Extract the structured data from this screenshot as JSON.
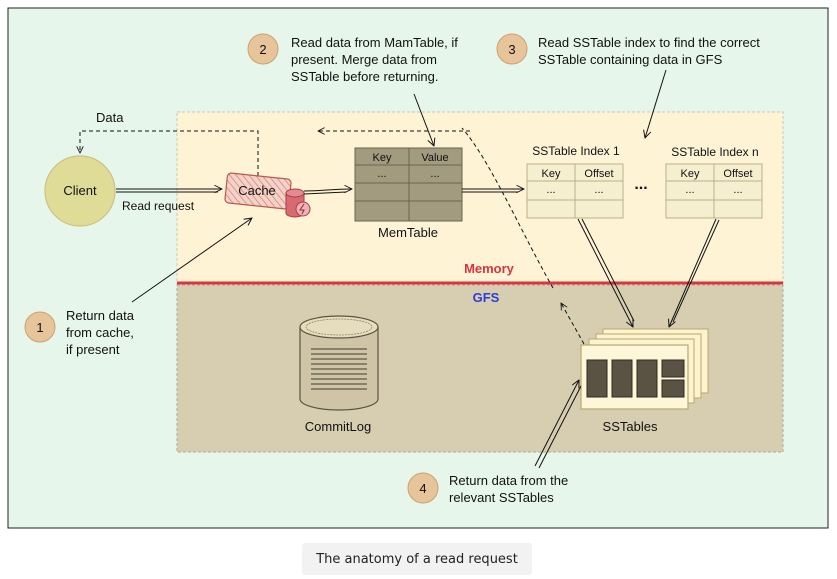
{
  "client": {
    "label": "Client"
  },
  "arrows": {
    "read_request": "Read request",
    "data": "Data"
  },
  "cache": {
    "label": "Cache"
  },
  "memtable": {
    "label": "MemTable",
    "col_key": "Key",
    "col_value": "Value",
    "cell1": "...",
    "cell2": "..."
  },
  "sstable_index_1": {
    "title": "SSTable Index 1",
    "col_key": "Key",
    "col_offset": "Offset",
    "cell1": "...",
    "cell2": "..."
  },
  "sstable_index_n": {
    "title": "SSTable Index n",
    "col_key": "Key",
    "col_offset": "Offset",
    "cell1": "...",
    "cell2": "..."
  },
  "index_ellipsis": "...",
  "regions": {
    "memory": "Memory",
    "gfs": "GFS"
  },
  "commitlog": {
    "label": "CommitLog"
  },
  "sstables": {
    "label": "SSTables"
  },
  "steps": [
    {
      "number": "1",
      "lines": [
        "Return data",
        "from cache,",
        "if present"
      ]
    },
    {
      "number": "2",
      "lines": [
        "Read data from MamTable, if",
        "present. Merge data from",
        "SSTable before returning."
      ]
    },
    {
      "number": "3",
      "lines": [
        "Read SSTable index to find the correct",
        "SSTable containing data in GFS"
      ]
    },
    {
      "number": "4",
      "lines": [
        "Return data from the",
        "relevant SSTables"
      ]
    }
  ],
  "caption": "The anatomy of a read request",
  "colors": {
    "outer_bg": "#e7f6ea",
    "memory_bg": "#fef4d5",
    "gfs_bg": "#d7ceb2",
    "memory_label": "#d9343f",
    "gfs_label": "#2b3fd8",
    "client_fill": "#dfdc98",
    "step_circle": "#e8c49b",
    "memtable_fill": "#a39b80",
    "index_fill": "#f6efcf"
  }
}
